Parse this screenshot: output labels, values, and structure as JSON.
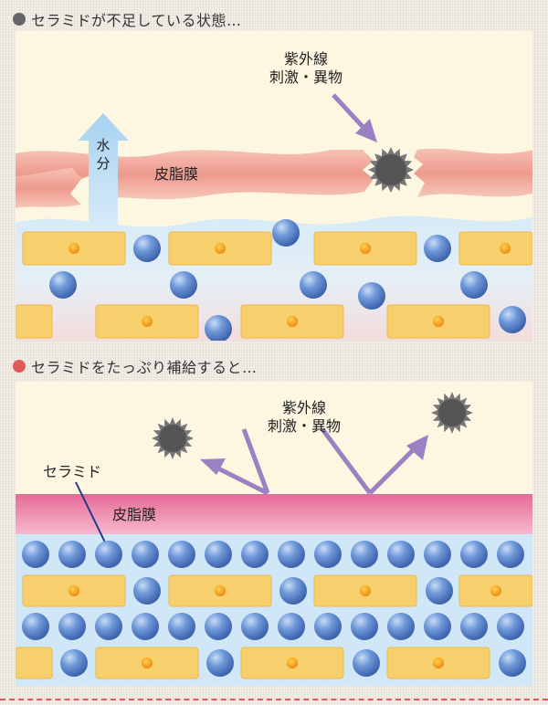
{
  "section1": {
    "heading": "セラミドが不足している状態…",
    "dot_color": "#666666",
    "labels": {
      "uv_line1": "紫外線",
      "uv_line2": "刺激・異物",
      "water_char1": "水",
      "water_char2": "分",
      "sebum": "皮脂膜"
    }
  },
  "section2": {
    "heading": "セラミドをたっぷり補給すると…",
    "dot_color": "#e05a5a",
    "labels": {
      "uv_line1": "紫外線",
      "uv_line2": "刺激・異物",
      "ceramide": "セラミド",
      "sebum": "皮脂膜"
    }
  },
  "colors": {
    "sky": "#fdf7e1",
    "sebum_damaged": "#f1a59a",
    "sebum_healthy": "#ec7fa6",
    "skin_layer": "#cfe7f6",
    "cell": "#f7cf6c",
    "nucleus": "#f29a1b",
    "ceramide": "#4a78c8",
    "arrow": "#9b80c2",
    "particle": "#666666"
  },
  "icons": [
    "uv-arrow-icon",
    "water-arrow-icon",
    "foreign-particle-icon",
    "ceramide-ball-icon",
    "cell-nucleus-icon"
  ]
}
